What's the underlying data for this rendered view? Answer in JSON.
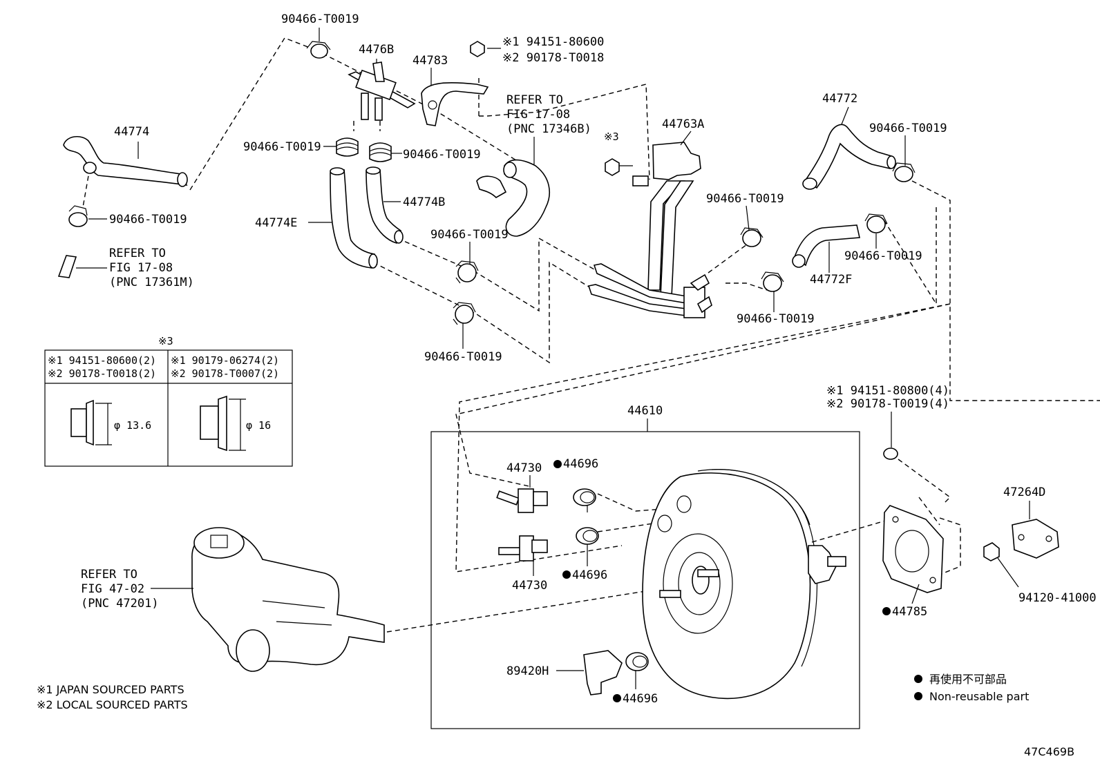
{
  "labels": {
    "clip_top": "90466-T0019",
    "union": "4476B",
    "clamp": "44783",
    "nut_l1": "※1 94151-80600",
    "nut_l2": "※2 90178-T0018",
    "refer_a1": "REFER TO",
    "refer_a2": "FIG 17-08",
    "refer_a3": "(PNC 17346B)",
    "mark3": "※3",
    "hose_44774": "44774",
    "clip_hose_l": "90466-T0019",
    "clip_mid_l": "90466-T0019",
    "clip_mid_r": "90466-T0019",
    "hose_44774b": "44774B",
    "hose_44774e": "44774E",
    "clip_c1": "90466-T0019",
    "clip_c2": "90466-T0019",
    "refer_b1": "REFER TO",
    "refer_b2": "FIG 17-08",
    "refer_b3": "(PNC 17361M)",
    "pipe_44763a": "44763A",
    "hose_44772": "44772",
    "clip_r1": "90466-T0019",
    "clip_r2": "90466-T0019",
    "clip_r3": "90466-T0019",
    "clip_r4": "90466-T0019",
    "hose_44772f": "44772F",
    "booster": "44610",
    "valve_1": "44730",
    "valve_2": "44730",
    "grommet_1": "44696",
    "grommet_2": "44696",
    "grommet_3": "44696",
    "sensor": "89420H",
    "gasket": "44785",
    "bracket": "47264D",
    "bolt": "94120-41000",
    "stud_l1": "※1  94151-80800(4)",
    "stud_l2": "※2  90178-T0019(4)",
    "refer_c1": "REFER TO",
    "refer_c2": "FIG 47-02",
    "refer_c3": "(PNC 47201)",
    "fig_code": "47C469B"
  },
  "nut_table": {
    "title": "※3",
    "col1_line1": "※1 94151-80600(2)",
    "col1_line2": "※2 90178-T0018(2)",
    "col1_dim": "φ 13.6",
    "col2_line1": "※1 90179-06274(2)",
    "col2_line2": "※2 90178-T0007(2)",
    "col2_dim": "φ 16"
  },
  "legend": {
    "jp": "再使用不可部品",
    "en": "Non-reusable part",
    "footnote1": "※1 JAPAN SOURCED PARTS",
    "footnote2": "※2 LOCAL SOURCED PARTS"
  }
}
